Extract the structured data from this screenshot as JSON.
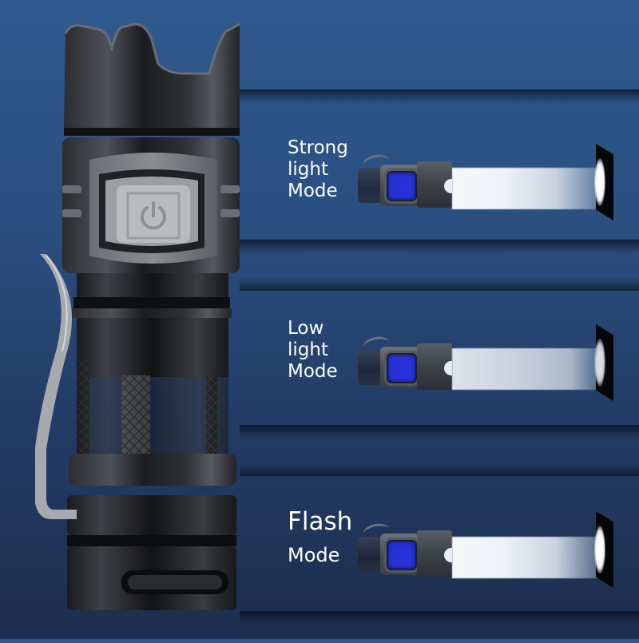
{
  "modes": [
    {
      "id": "strong",
      "label_lines": [
        "Strong",
        "light",
        "Mode"
      ]
    },
    {
      "id": "low",
      "label_lines": [
        "Low",
        "light",
        "Mode"
      ]
    },
    {
      "id": "flash",
      "label_lines": [
        "Flash",
        "Mode"
      ]
    }
  ],
  "icons": {
    "power_button": "power-icon",
    "mini_display": "blue-display-screen"
  },
  "colors": {
    "background_top": "#2f5a8e",
    "background_bottom": "#1d2e4f",
    "display_blue": "#2733d9",
    "text": "#ffffff",
    "beam": "#f6f8fb"
  }
}
